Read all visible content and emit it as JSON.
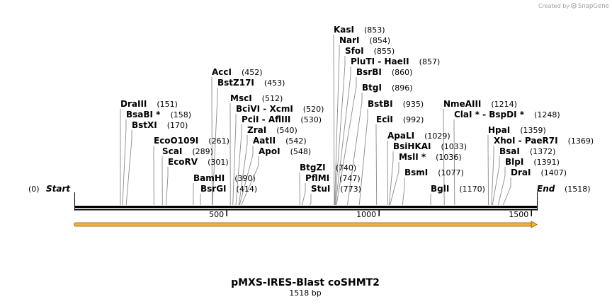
{
  "credit": {
    "prefix": "Created by",
    "brand": "SnapGene"
  },
  "map": {
    "title": "pMXS-IRES-Blast coSHMT2",
    "length_label": "1518 bp",
    "total_bp": 1518,
    "start_label": "Start",
    "start_pos": "(0)",
    "end_label": "End",
    "end_pos": "(1518)",
    "ticks": [
      "500",
      "1000",
      "1500"
    ],
    "feature_arrow_color": "#f0b43c"
  },
  "sites": [
    {
      "name": "DraIII",
      "pos": "(151)",
      "bp": 151
    },
    {
      "name": "BsaBI *",
      "pos": "(158)",
      "bp": 158
    },
    {
      "name": "BstXI",
      "pos": "(170)",
      "bp": 170
    },
    {
      "name": "EcoO109I",
      "pos": "(261)",
      "bp": 261
    },
    {
      "name": "ScaI",
      "pos": "(289)",
      "bp": 289
    },
    {
      "name": "EcoRV",
      "pos": "(301)",
      "bp": 301
    },
    {
      "name": "BamHI",
      "pos": "(390)",
      "bp": 390
    },
    {
      "name": "BsrGI",
      "pos": "(414)",
      "bp": 414
    },
    {
      "name": "AccI",
      "pos": "(452)",
      "bp": 452
    },
    {
      "name": "BstZ17I",
      "pos": "(453)",
      "bp": 453
    },
    {
      "name": "MscI",
      "pos": "(512)",
      "bp": 512
    },
    {
      "name": "BciVI  -  XcmI",
      "pos": "(520)",
      "bp": 520
    },
    {
      "name": "PciI  -  AflIII",
      "pos": "(530)",
      "bp": 530
    },
    {
      "name": "ZraI",
      "pos": "(540)",
      "bp": 540
    },
    {
      "name": "AatII",
      "pos": "(542)",
      "bp": 542
    },
    {
      "name": "ApoI",
      "pos": "(548)",
      "bp": 548
    },
    {
      "name": "BtgZI",
      "pos": "(740)",
      "bp": 740
    },
    {
      "name": "PflMI",
      "pos": "(747)",
      "bp": 747
    },
    {
      "name": "StuI",
      "pos": "(773)",
      "bp": 773
    },
    {
      "name": "KasI",
      "pos": "(853)",
      "bp": 853
    },
    {
      "name": "NarI",
      "pos": "(854)",
      "bp": 854
    },
    {
      "name": "SfoI",
      "pos": "(855)",
      "bp": 855
    },
    {
      "name": "PluTI  -  HaeII",
      "pos": "(857)",
      "bp": 857
    },
    {
      "name": "BsrBI",
      "pos": "(860)",
      "bp": 860
    },
    {
      "name": "BtgI",
      "pos": "(896)",
      "bp": 896
    },
    {
      "name": "BstBI",
      "pos": "(935)",
      "bp": 935
    },
    {
      "name": "EciI",
      "pos": "(992)",
      "bp": 992
    },
    {
      "name": "ApaLI",
      "pos": "(1029)",
      "bp": 1029
    },
    {
      "name": "BsiHKAI",
      "pos": "(1033)",
      "bp": 1033
    },
    {
      "name": "MslI *",
      "pos": "(1036)",
      "bp": 1036
    },
    {
      "name": "BsmI",
      "pos": "(1077)",
      "bp": 1077
    },
    {
      "name": "BglI",
      "pos": "(1170)",
      "bp": 1170
    },
    {
      "name": "NmeAIII",
      "pos": "(1214)",
      "bp": 1214
    },
    {
      "name": "ClaI *  -  BspDI *",
      "pos": "(1248)",
      "bp": 1248
    },
    {
      "name": "HpaI",
      "pos": "(1359)",
      "bp": 1359
    },
    {
      "name": "XhoI  -  PaeR7I",
      "pos": "(1369)",
      "bp": 1369
    },
    {
      "name": "BsaI",
      "pos": "(1372)",
      "bp": 1372
    },
    {
      "name": "BlpI",
      "pos": "(1391)",
      "bp": 1391
    },
    {
      "name": "DraI",
      "pos": "(1407)",
      "bp": 1407
    }
  ]
}
